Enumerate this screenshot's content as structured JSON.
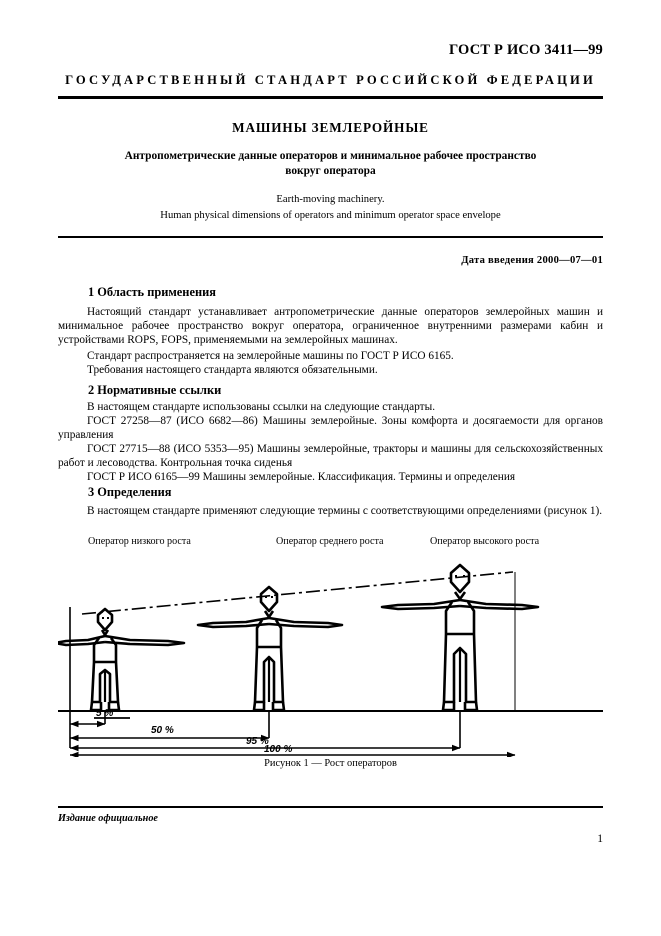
{
  "header": {
    "standard_code": "ГОСТ Р ИСО 3411—99",
    "authority_line": "ГОСУДАРСТВЕННЫЙ СТАНДАРТ РОССИЙСКОЙ ФЕДЕРАЦИИ"
  },
  "title": {
    "main": "МАШИНЫ ЗЕМЛЕРОЙНЫЕ",
    "sub": "Антропометрические данные операторов и минимальное рабочее пространство вокруг оператора",
    "english_line1": "Earth-moving machinery.",
    "english_line2": "Human physical dimensions of operators and minimum operator space envelope"
  },
  "intro": {
    "effective_date": "Дата введения 2000—07—01"
  },
  "sections": {
    "s1": {
      "heading": "1  Область применения",
      "p1": "Настоящий стандарт устанавливает антропометрические данные операторов землеройных машин и минимальное рабочее пространство вокруг оператора, ограниченное внутренними размерами кабин и устройствами ROPS, FOPS, применяемыми на землеройных машинах.",
      "p2": "Стандарт распространяется на землеройные машины по ГОСТ Р ИСО 6165.",
      "p3": "Требования настоящего стандарта являются обязательными."
    },
    "s2": {
      "heading": "2  Нормативные ссылки",
      "p1": "В настоящем стандарте использованы ссылки на следующие стандарты.",
      "ref1": "ГОСТ 27258—87 (ИСО 6682—86)  Машины землеройные. Зоны комфорта и досягаемости для органов управления",
      "ref2": "ГОСТ 27715—88 (ИСО 5353—95)  Машины землеройные, тракторы и машины для сельскохозяйственных работ и лесоводства. Контрольная точка сиденья",
      "ref3": "ГОСТ Р ИСО 6165—99  Машины землеройные. Классификация. Термины и определения"
    },
    "s3": {
      "heading": "3  Определения",
      "p1": "В настоящем стандарте применяют следующие термины с соответствующими определениями (рисунок 1)."
    }
  },
  "figure": {
    "label_short": "Оператор низкого роста",
    "label_medium": "Оператор среднего роста",
    "label_tall": "Оператор высокого роста",
    "dim_5": "5 %",
    "dim_50": "50 %",
    "dim_95": "95 %",
    "dim_100": "100 %",
    "caption": "Рисунок 1 — Рост операторов"
  },
  "footer": {
    "note": "Издание официальное",
    "page_number": "1"
  },
  "colors": {
    "ink": "#000000",
    "paper": "#ffffff"
  }
}
